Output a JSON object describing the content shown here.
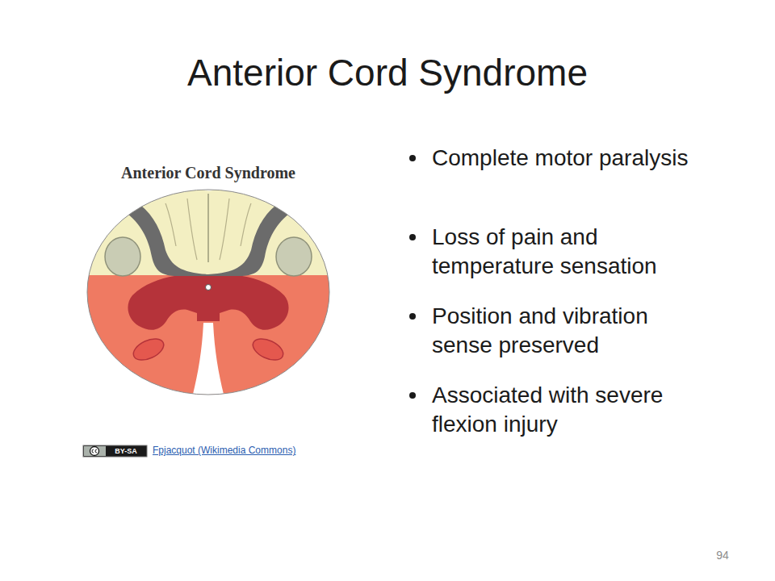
{
  "diagram": {
    "title": "Anterior Cord Syndrome",
    "labels": [
      "Anterior Cord Syndrome",
      "Complete motor paralysis",
      "Loss of pain and temperature sensation",
      "Position and vibration sense preserved",
      "Associated with severe flexion injury",
      "BY-SA",
      "Fpjacquot (Wikimedia Commons)",
      "94"
    ]
  }
}
